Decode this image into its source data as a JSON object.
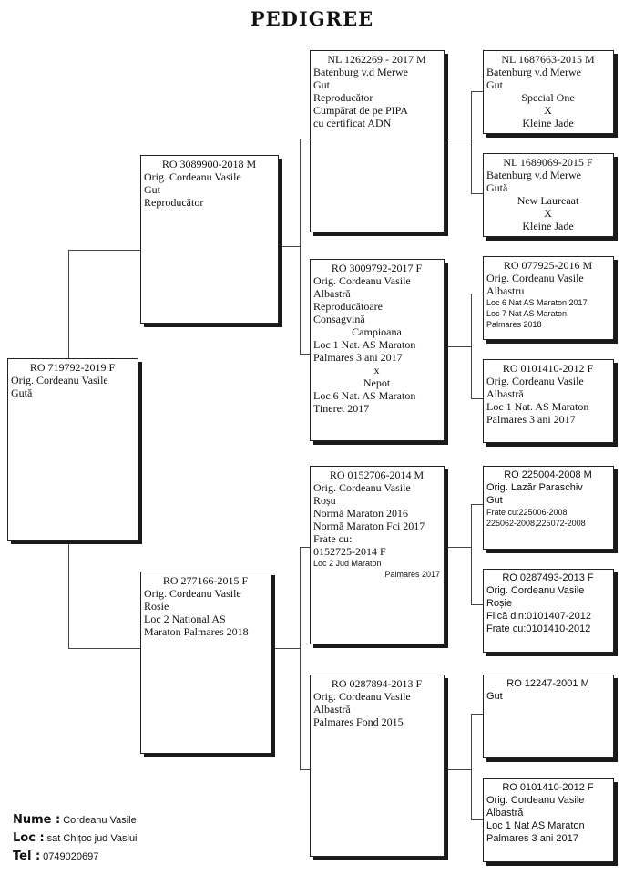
{
  "title": "PEDIGREE",
  "subject": [
    "RO 719792-2019 F",
    "Orig. Cordeanu Vasile",
    "Gută"
  ],
  "sire": [
    "RO 3089900-2018 M",
    "Orig. Cordeanu Vasile",
    "Gut",
    "Reproducător"
  ],
  "dam": [
    "RO 277166-2015 F",
    "Orig. Cordeanu Vasile",
    "Roșie",
    "Loc 2 National AS",
    "Maraton Palmares 2018"
  ],
  "sire_sire": [
    "NL 1262269 - 2017 M",
    "Batenburg v.d Merwe",
    "Gut",
    "Reproducător",
    "Cumpărat de pe PIPA",
    "cu certificat ADN"
  ],
  "sire_dam": [
    "RO 3009792-2017 F",
    "Orig. Cordeanu Vasile",
    "Albastră",
    "Reproducătoare",
    "Consagvină",
    "Campioana",
    "Loc 1 Nat. AS Maraton",
    "Palmares 3 ani 2017",
    "x",
    "Nepot",
    "Loc 6 Nat. AS Maraton",
    "Tineret 2017"
  ],
  "dam_sire": [
    "RO 0152706-2014 M",
    "Orig. Cordeanu Vasile",
    "Roșu",
    "Normă Maraton 2016",
    "Normă Maraton Fci 2017",
    "Frate cu:",
    "0152725-2014 F",
    "Loc 2 Jud Maraton",
    "Palmares 2017"
  ],
  "dam_dam": [
    "RO 0287894-2013 F",
    "Orig. Cordeanu Vasile",
    "Albastră",
    "Palmares Fond 2015"
  ],
  "ss_sire": [
    "NL 1687663-2015 M",
    "Batenburg v.d Merwe",
    "Gut",
    "Special One",
    "X",
    "Kleine Jade"
  ],
  "ss_dam": [
    "NL 1689069-2015 F",
    "Batenburg v.d Merwe",
    "Gută",
    "New Laureaat",
    "X",
    "Kleine Jade"
  ],
  "sd_sire": [
    "RO 077925-2016 M",
    "Orig. Cordeanu Vasile",
    "Albastru",
    "Loc 6 Nat AS Maraton 2017",
    "Loc 7 Nat AS Maraton",
    "Palmares 2018"
  ],
  "sd_dam": [
    "RO 0101410-2012 F",
    "Orig. Cordeanu Vasile",
    "Albastră",
    "Loc 1 Nat. AS Maraton",
    "Palmares 3 ani 2017"
  ],
  "ds_sire": [
    "RO 225004-2008 M",
    "Orig. Lazăr Paraschiv",
    "Gut",
    "Frate cu:225006-2008",
    "225062-2008,225072-2008"
  ],
  "ds_dam": [
    "RO 0287493-2013 F",
    "Orig. Cordeanu Vasile",
    "Roșie",
    "Fiică din:0101407-2012",
    "Frate cu:0101410-2012"
  ],
  "dd_sire": [
    "RO 12247-2001 M",
    "Gut"
  ],
  "dd_dam": [
    "RO 0101410-2012 F",
    "Orig. Cordeanu Vasile",
    "Albastră",
    "Loc 1 Nat AS Maraton",
    "Palmares 3 ani 2017"
  ],
  "contact": {
    "name_label": "Nume :",
    "name_value": "Cordeanu Vasile",
    "loc_label": "Loc :",
    "loc_value": "sat Chițoc jud Vaslui",
    "tel_label": "Tel :",
    "tel_value": "0749020697"
  }
}
